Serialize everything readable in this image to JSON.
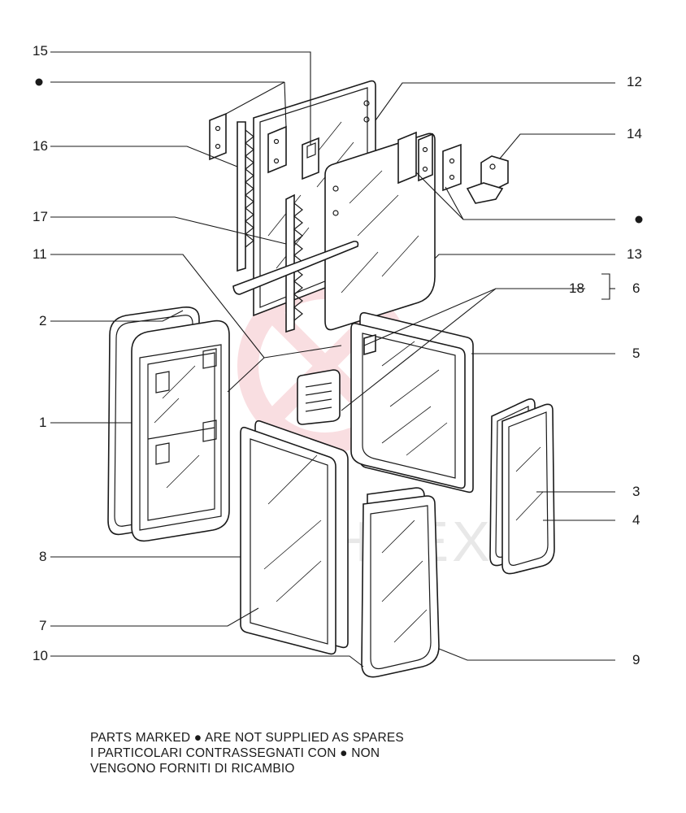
{
  "callouts": {
    "n1": "1",
    "n2": "2",
    "n3": "3",
    "n4": "4",
    "n5": "5",
    "n6": "6",
    "n7": "7",
    "n8": "8",
    "n9": "9",
    "n10": "10",
    "n11": "11",
    "n12": "12",
    "n13": "13",
    "n14": "14",
    "n15": "15",
    "n16": "16",
    "n17": "17",
    "n18": "18"
  },
  "marker_symbol": "●",
  "note": {
    "line1": "PARTS MARKED ● ARE NOT SUPPLIED AS SPARES",
    "line2": "I PARTICOLARI CONTRASSEGNATI CON  ● NON",
    "line3": "VENGONO FORNITI DI RICAMBIO"
  },
  "watermark": "VIHTEX",
  "colors": {
    "ink": "#1a1a1a",
    "watermark": "#f2b8bd"
  }
}
